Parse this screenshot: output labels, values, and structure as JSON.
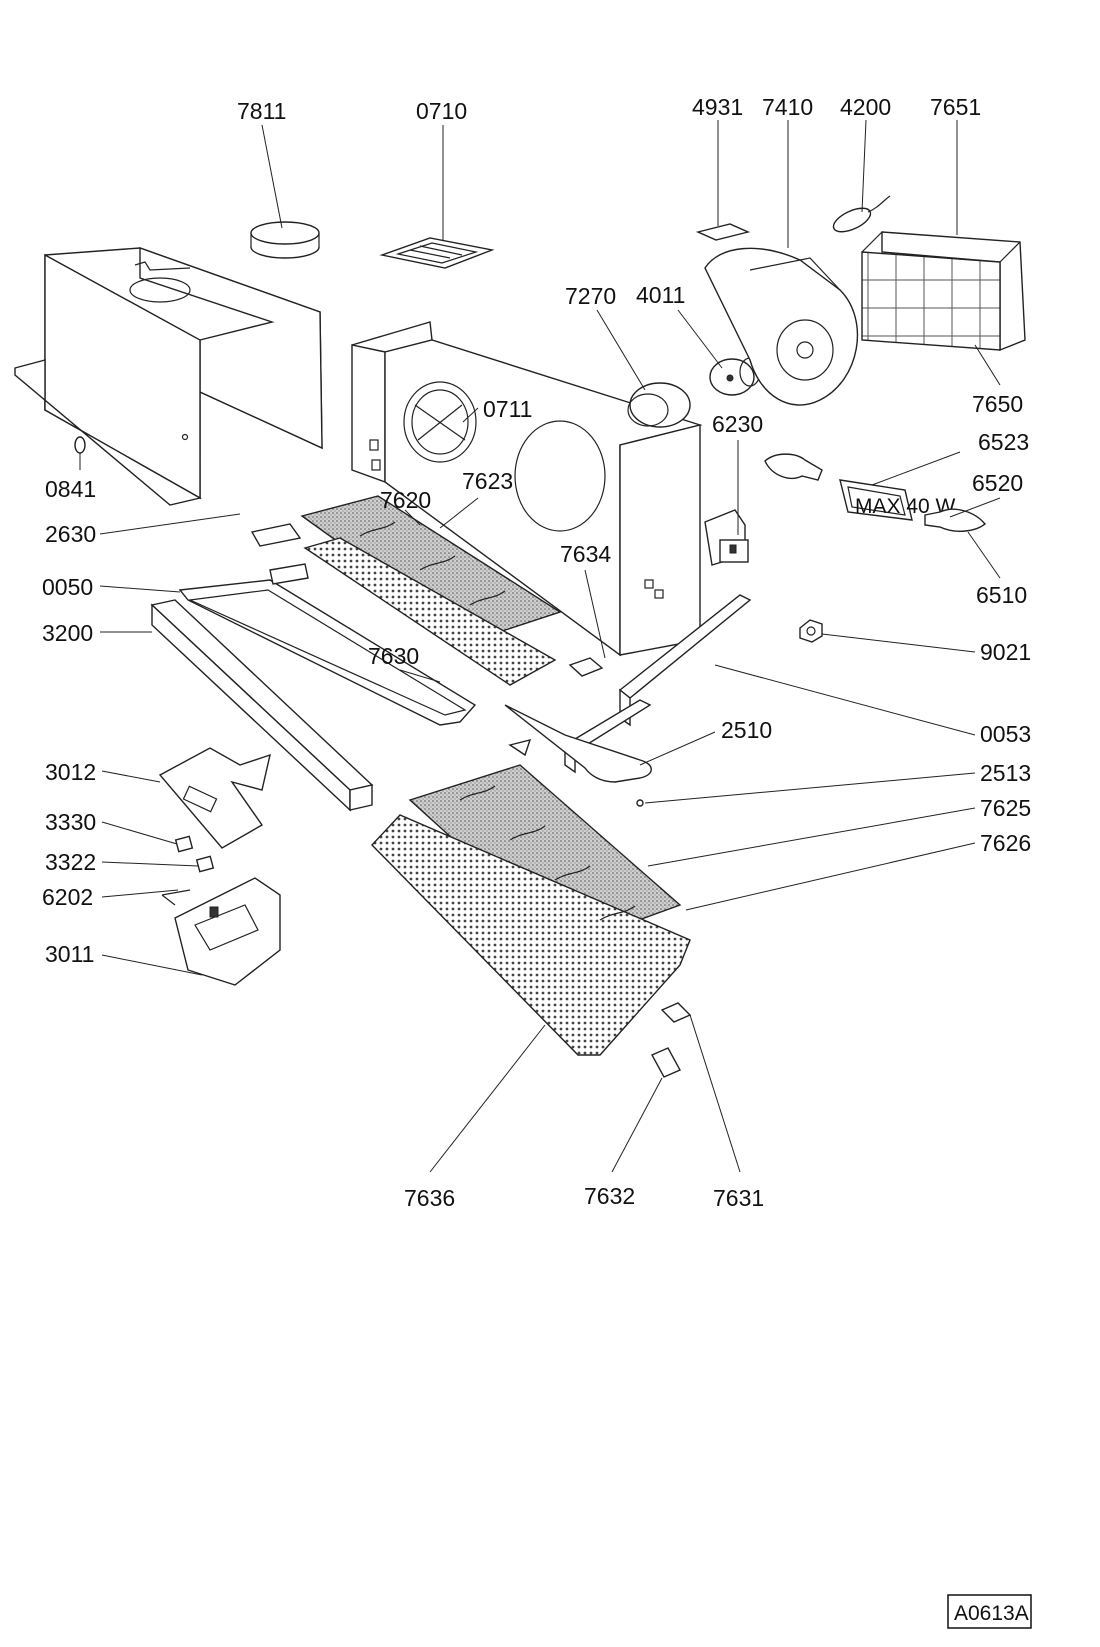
{
  "labels": {
    "l7811": "7811",
    "l0710": "0710",
    "l4931": "4931",
    "l7410": "7410",
    "l4200": "4200",
    "l7651": "7651",
    "l7270": "7270",
    "l4011": "4011",
    "l7650": "7650",
    "l0711": "0711",
    "l6230": "6230",
    "l6523": "6523",
    "l6520": "6520",
    "l6510": "6510",
    "l0841": "0841",
    "l2630": "2630",
    "l7620": "7620",
    "l7623": "7623",
    "l7634": "7634",
    "l0050": "0050",
    "l3200": "3200",
    "l7630": "7630",
    "l9021": "9021",
    "l0053": "0053",
    "l2510": "2510",
    "l2513": "2513",
    "l3012": "3012",
    "l7625": "7625",
    "l3330": "3330",
    "l7626": "7626",
    "l3322": "3322",
    "l6202": "6202",
    "l3011": "3011",
    "l7636": "7636",
    "l7632": "7632",
    "l7631": "7631"
  },
  "lamp_text": "MAX 40 W",
  "drawing_ref": "A0613A"
}
